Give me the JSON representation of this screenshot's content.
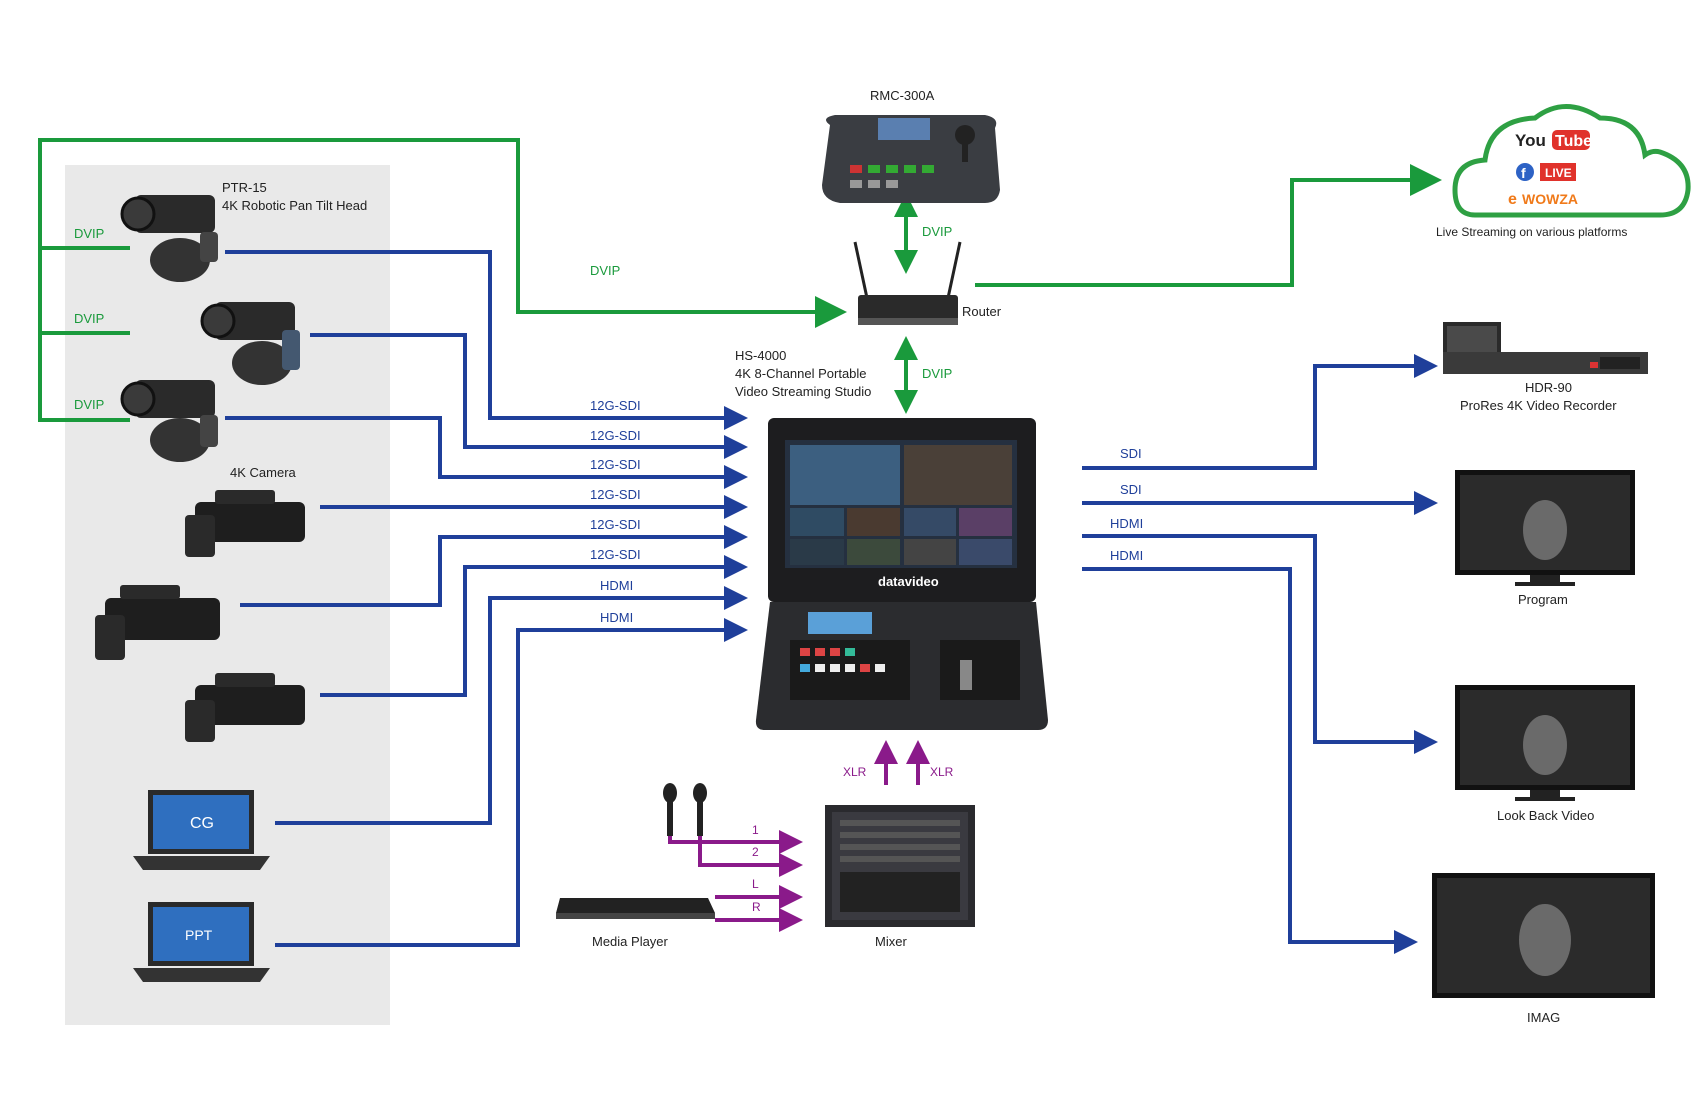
{
  "devices": {
    "rmc": "RMC-300A",
    "ptr_name": "PTR-15",
    "ptr_desc": "4K Robotic Pan Tilt Head",
    "camera": "4K Camera",
    "cg": "CG",
    "ppt": "PPT",
    "router": "Router",
    "hs_name": "HS-4000",
    "hs_desc1": "4K 8-Channel Portable",
    "hs_desc2": "Video Streaming Studio",
    "hs_brand": "datavideo",
    "media_player": "Media Player",
    "mixer": "Mixer",
    "hdr_name": "HDR-90",
    "hdr_desc": "ProRes 4K Video Recorder",
    "program": "Program",
    "lookback": "Look Back Video",
    "imag": "IMAG"
  },
  "streaming": {
    "caption": "Live Streaming on various platforms",
    "youtube_you": "You",
    "youtube_tube": "Tube",
    "live": "LIVE",
    "wowza": "WOWZA"
  },
  "links": {
    "dvip": "DVIP",
    "sdi12g": "12G-SDI",
    "hdmi": "HDMI",
    "sdi": "SDI",
    "xlr": "XLR",
    "ch1": "1",
    "ch2": "2",
    "chL": "L",
    "chR": "R"
  }
}
